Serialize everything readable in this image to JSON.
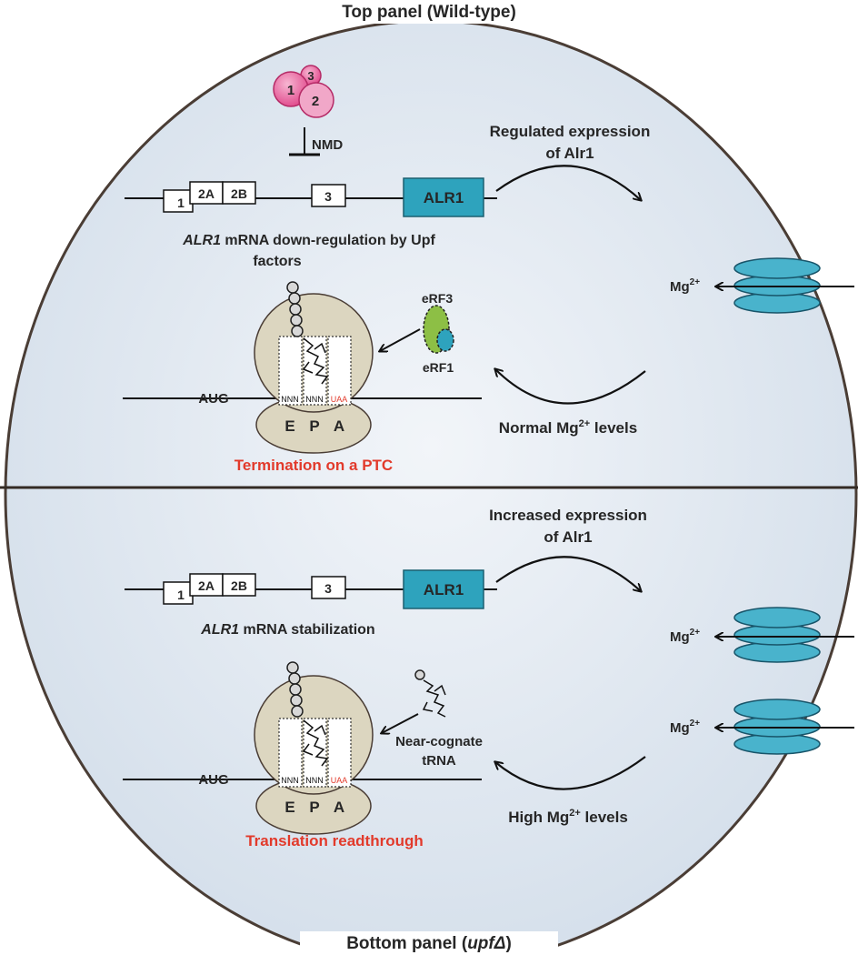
{
  "top_panel": {
    "title": "Top panel (Wild-type)",
    "upf_factors": [
      "1",
      "3",
      "2"
    ],
    "nmd_label": "NMD",
    "exons": [
      "1",
      "2A",
      "2B",
      "3"
    ],
    "gene_label": "ALR1",
    "mrna_caption_italic": "ALR1",
    "mrna_caption_line1": " mRNA down-regulation by Upf",
    "mrna_caption_line2": "factors",
    "release_factors": [
      "eRF3",
      "eRF1"
    ],
    "codons": [
      "NNN",
      "NNN",
      "UAA"
    ],
    "sites": [
      "E",
      "P",
      "A"
    ],
    "start_codon": "AUG",
    "outcome": "Termination on a PTC",
    "expression_line1": "Regulated expression",
    "expression_line2": "of Alr1",
    "ion": "Mg",
    "ion_charge": "2+",
    "levels_prefix": "Normal Mg",
    "levels_suffix": " levels"
  },
  "bottom_panel": {
    "title_prefix": "Bottom panel (",
    "title_italic": "upfΔ",
    "title_suffix": ")",
    "exons": [
      "1",
      "2A",
      "2B",
      "3"
    ],
    "gene_label": "ALR1",
    "mrna_caption_italic": "ALR1",
    "mrna_caption_rest": " mRNA stabilization",
    "trna_line1": "Near-cognate",
    "trna_line2": "tRNA",
    "codons": [
      "NNN",
      "NNN",
      "UAA"
    ],
    "sites": [
      "E",
      "P",
      "A"
    ],
    "start_codon": "AUG",
    "outcome": "Translation readthrough",
    "expression_line1": "Increased expression",
    "expression_line2": "of Alr1",
    "ion": "Mg",
    "ion_charge": "2+",
    "levels_prefix": "High Mg",
    "levels_suffix": " levels"
  },
  "colors": {
    "cell_fill": "#dde6f0",
    "alr1_box": "#2ea3bd",
    "channel": "#49b3cc",
    "upf_pink": "#e85a96",
    "ribosome": "#dcd6c0",
    "erf3": "#8dbf45",
    "erf1": "#2ea3bd",
    "red_text": "#e23a2b",
    "codon_stop": "#e23a2b"
  }
}
